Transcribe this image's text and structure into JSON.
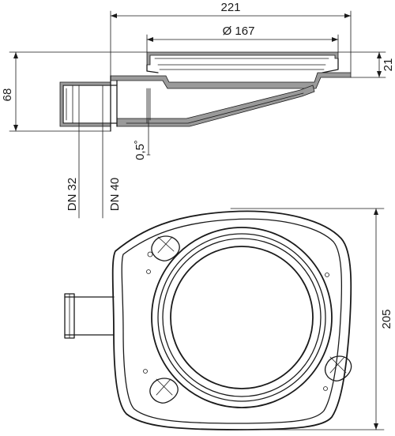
{
  "dimensions": {
    "overall_length": "221",
    "flange_diameter": "Ø 167",
    "total_height": "68",
    "flange_height": "21",
    "slope": "0,5˚",
    "outlet_small": "DN 32",
    "outlet_large": "DN 40",
    "body_depth": "205"
  },
  "colors": {
    "line": "#1a1a1a",
    "section_fill": "#9a9a9a",
    "background": "#ffffff"
  }
}
